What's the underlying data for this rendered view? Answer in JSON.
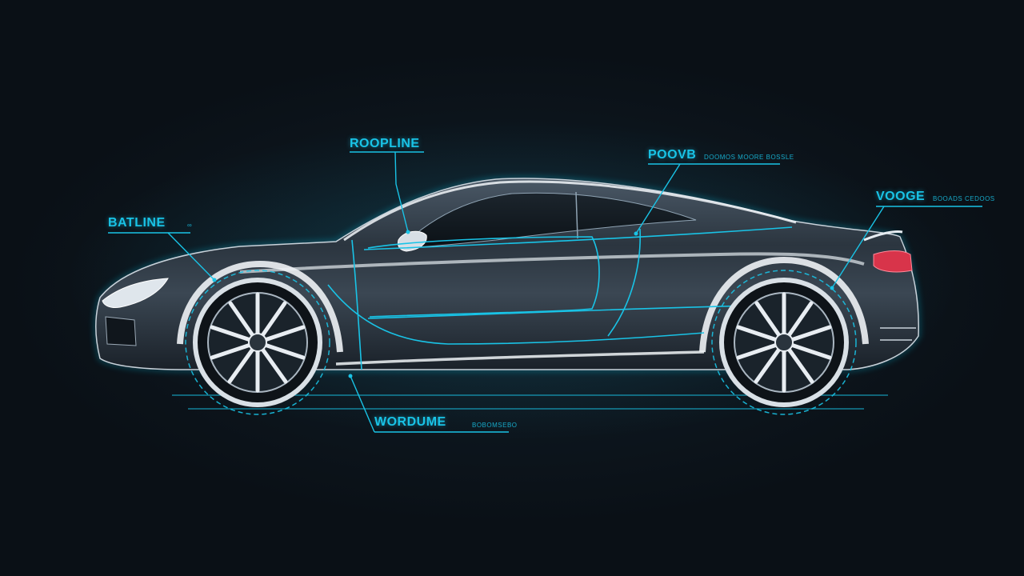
{
  "colors": {
    "background": "#0d161e",
    "accent": "#19c3e6",
    "body": "#2f3a44",
    "chrome": "#e8edf2",
    "taillight": "#d8344a"
  },
  "callouts": {
    "beltline": {
      "label": "BATLINE",
      "sub": "∞"
    },
    "roofline": {
      "label": "ROOPLINE"
    },
    "profile": {
      "label": "POOVB",
      "sub": "DOOMOS MOORE BOSSLE"
    },
    "volume": {
      "label": "VOOGE",
      "sub": "BOOADS CEDOOS"
    },
    "wheelbase": {
      "label": "WORDUME",
      "sub": "BOBOMSEBO"
    }
  }
}
